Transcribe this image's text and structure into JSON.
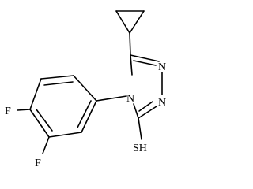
{
  "molecule": {
    "atom_labels": {
      "n1": "N",
      "n2": "N",
      "n4": "N",
      "f1": "F",
      "f2": "F",
      "sh": "SH"
    }
  }
}
